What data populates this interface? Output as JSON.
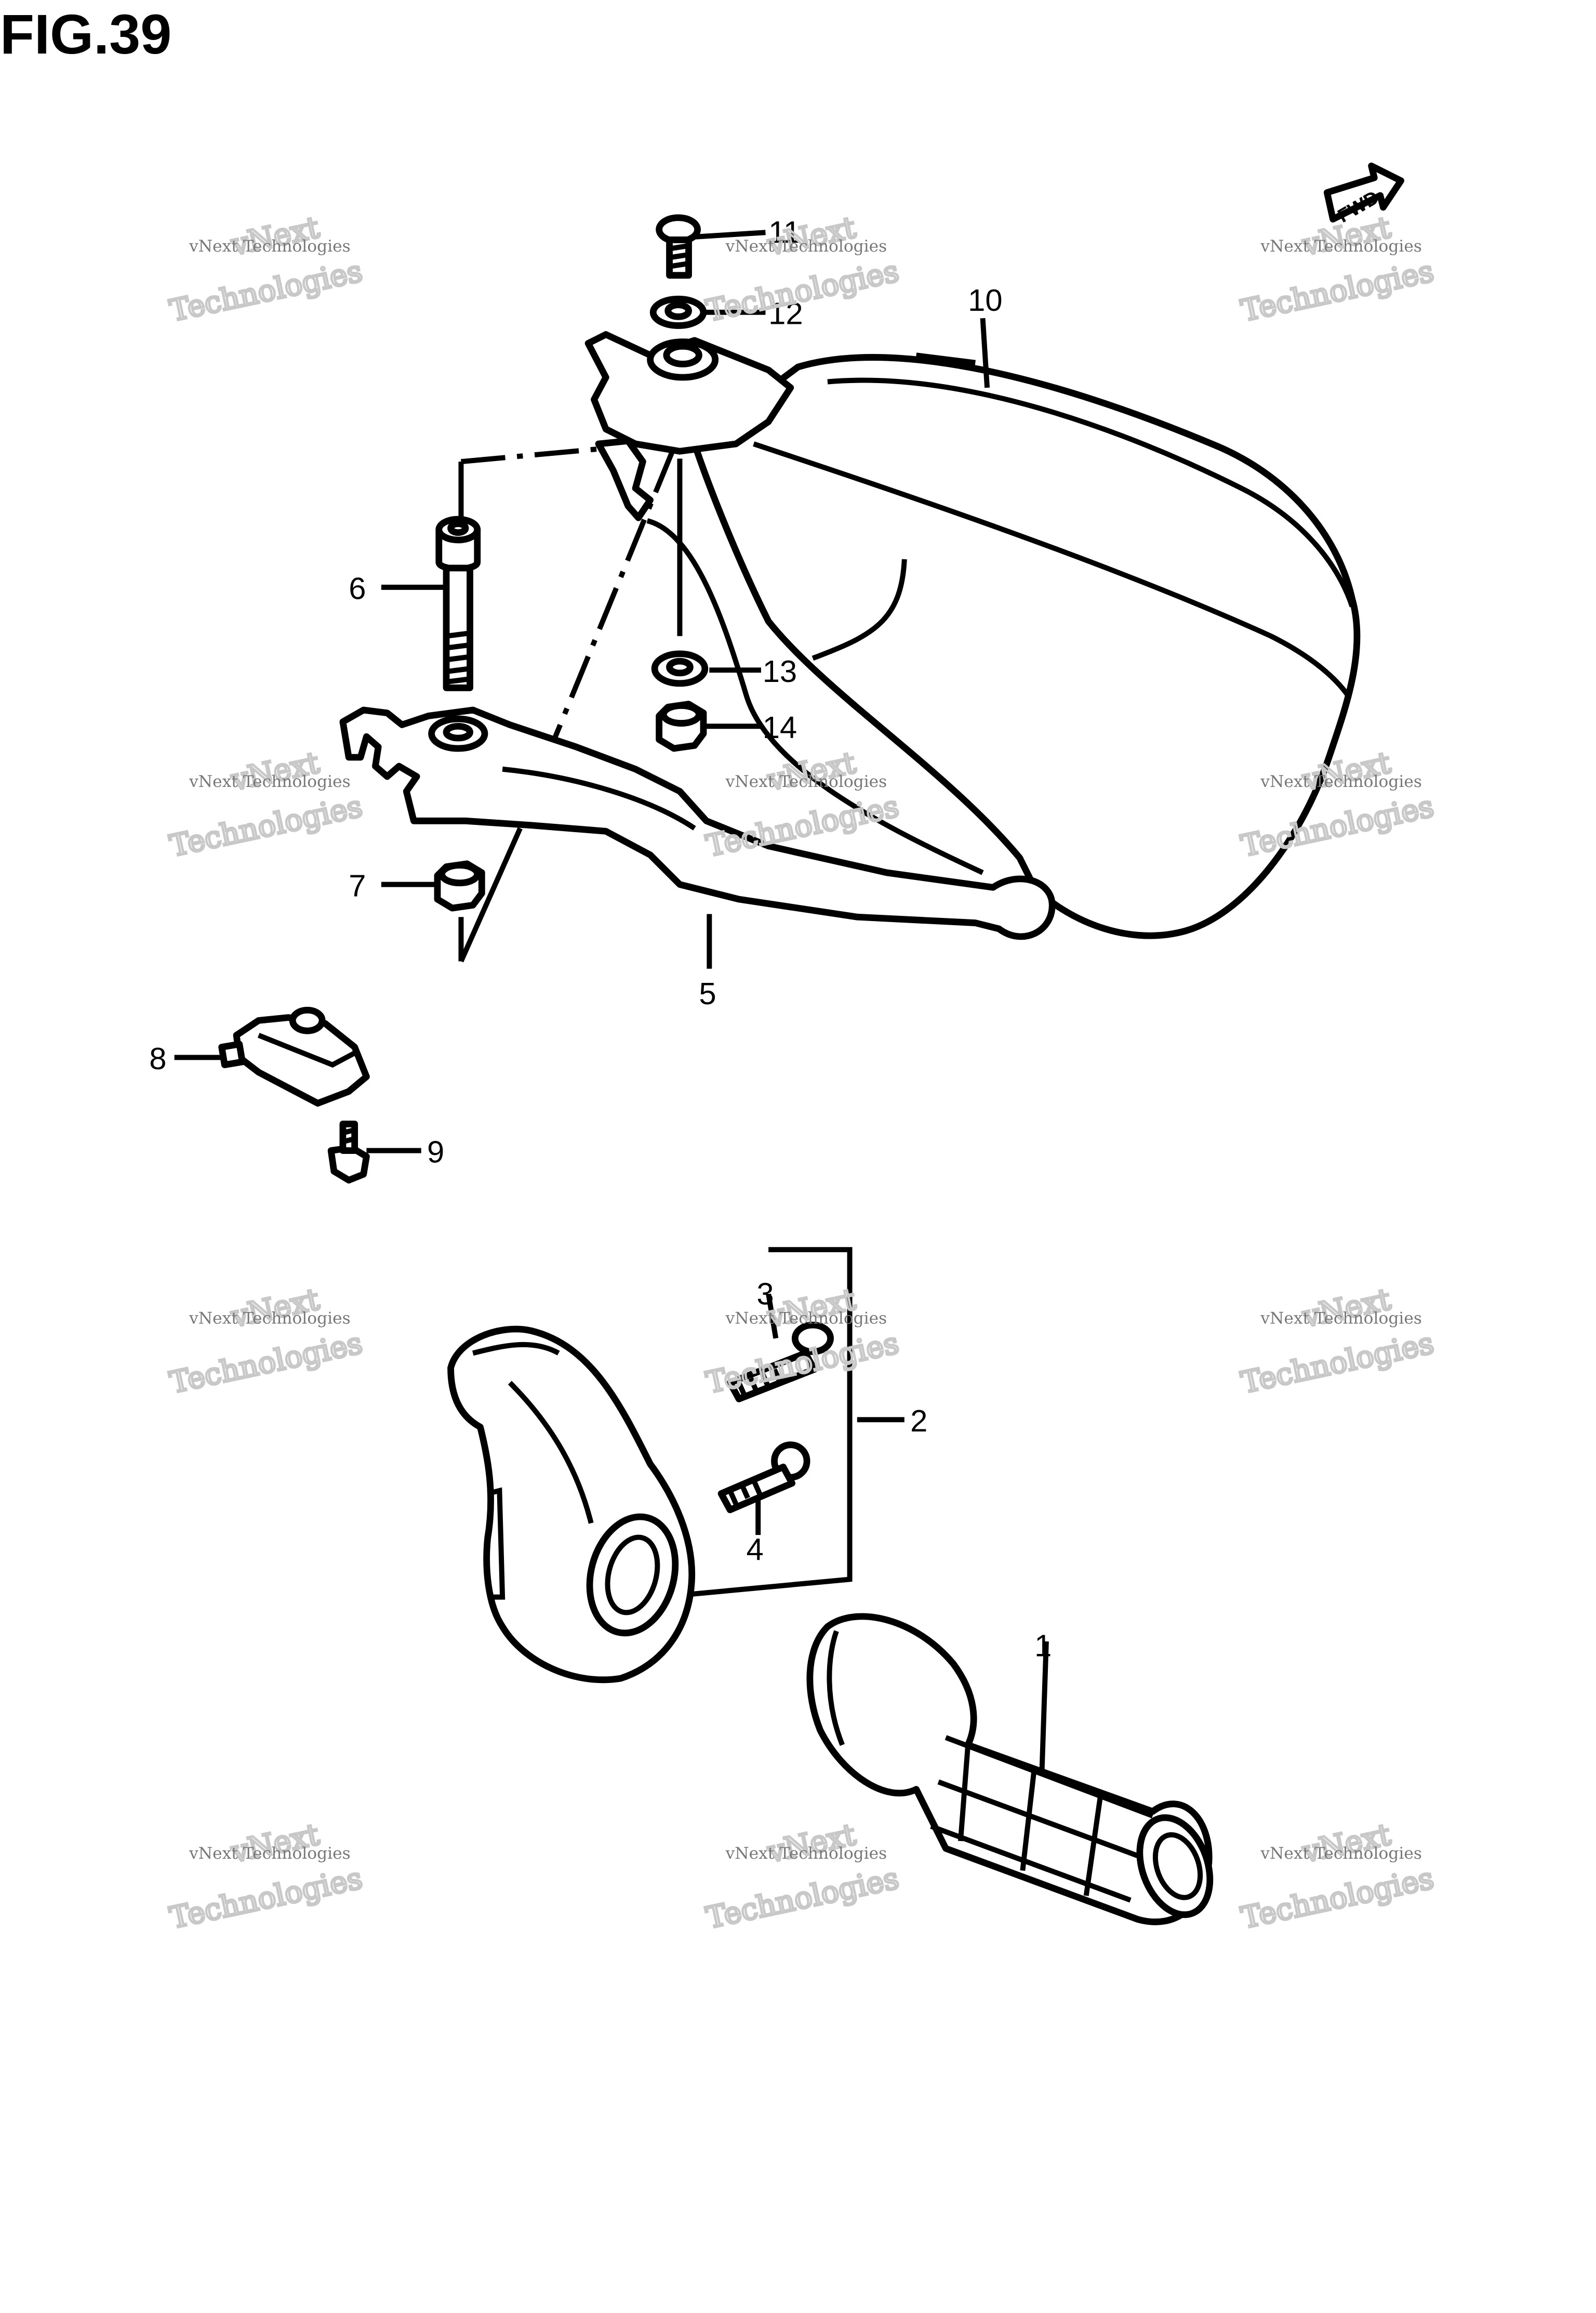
{
  "figure": {
    "title": "FIG.39"
  },
  "direction_marker": {
    "text": "FWD"
  },
  "watermark": {
    "line1": "vNext",
    "line2": "vNext Technologies",
    "line3": "Technologies"
  },
  "callouts": [
    {
      "id": "1",
      "text": "1"
    },
    {
      "id": "2",
      "text": "2"
    },
    {
      "id": "3",
      "text": "3"
    },
    {
      "id": "4",
      "text": "4"
    },
    {
      "id": "5",
      "text": "5"
    },
    {
      "id": "6",
      "text": "6"
    },
    {
      "id": "7",
      "text": "7"
    },
    {
      "id": "8",
      "text": "8"
    },
    {
      "id": "9",
      "text": "9"
    },
    {
      "id": "10",
      "text": "10"
    },
    {
      "id": "11",
      "text": "11"
    },
    {
      "id": "12",
      "text": "12"
    },
    {
      "id": "13",
      "text": "13"
    },
    {
      "id": "14",
      "text": "14"
    }
  ]
}
